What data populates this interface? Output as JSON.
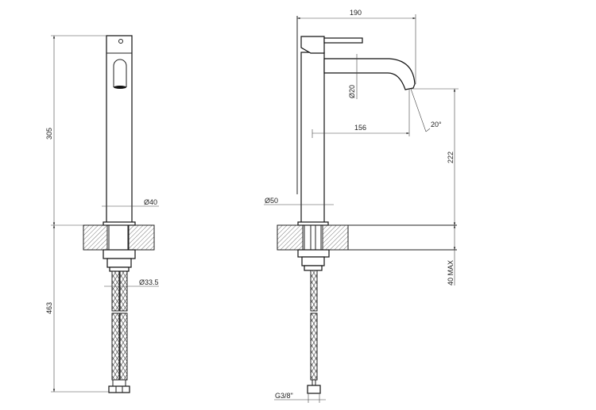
{
  "drawing": {
    "front_view": {
      "height_total": "305",
      "body_diameter": "Ø40",
      "hose_diameter": "Ø33.5",
      "hose_length": "463"
    },
    "side_view": {
      "overall_depth": "190",
      "spout_diameter": "Ø20",
      "spout_reach": "156",
      "spray_angle": "20°",
      "spout_height": "222",
      "base_diameter": "Ø50",
      "deck_thickness": "40 MAX",
      "connection": "G3/8\""
    }
  }
}
